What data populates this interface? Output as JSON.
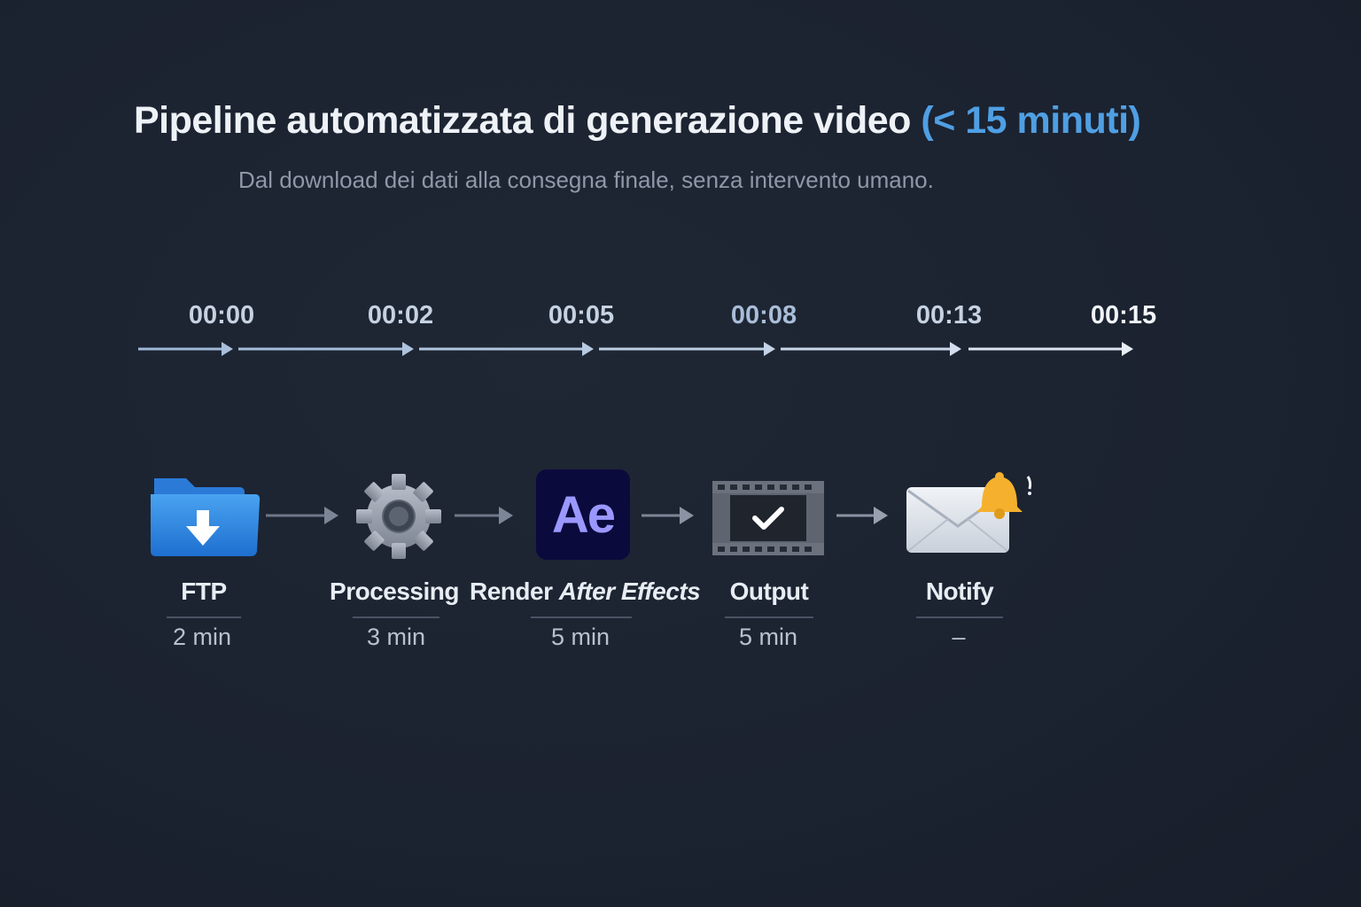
{
  "header": {
    "title": "Pipeline automatizzata di generazione video",
    "title_accent": "(< 15 minuti)",
    "subtitle": "Dal download dei dati alla consegna finale, senza intervento umano."
  },
  "timeline": {
    "times": [
      "00:00",
      "00:02",
      "00:05",
      "00:08",
      "00:13",
      "00:15"
    ]
  },
  "stages": [
    {
      "name": "FTP",
      "duration": "2 min",
      "icon": "folder-download-icon"
    },
    {
      "name": "Processing",
      "duration": "3 min",
      "icon": "gear-icon"
    },
    {
      "name": "Render ",
      "name_italic": "After Effects",
      "duration": "5 min",
      "icon": "after-effects-icon",
      "icon_text": "Ae"
    },
    {
      "name": "Output",
      "duration": "5 min",
      "icon": "film-check-icon"
    },
    {
      "name": "Notify",
      "duration": "–",
      "icon": "mail-bell-icon"
    }
  ],
  "colors": {
    "background": "#1d2431",
    "accent": "#4f9fe3",
    "folder": "#2f86e0",
    "ae_bg": "#0b0a3d",
    "ae_text": "#9a98ff",
    "bell": "#f5b12e"
  }
}
